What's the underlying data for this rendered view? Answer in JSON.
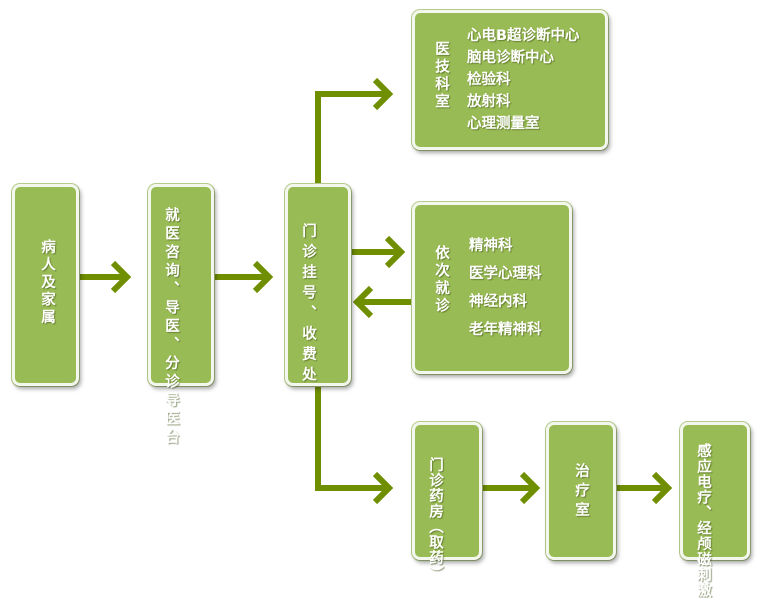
{
  "nodes": {
    "patient": "病人及家属",
    "guide": "就医咨询、导医、分诊导医台",
    "registration": "门诊挂号、收费处",
    "medtech": {
      "label": "医技科室",
      "items": [
        "心电B超诊断中心",
        "脑电诊断中心",
        "检验科",
        "放射科",
        "心理测量室"
      ]
    },
    "visit": {
      "label": "依次就诊",
      "items": [
        "精神科",
        "医学心理科",
        "神经内科",
        "老年精神科"
      ]
    },
    "pharmacy": "门诊药房（取药）",
    "treatment": "治疗室",
    "therapy": "感应电疗、经颅磁刺激"
  },
  "colors": {
    "box_fill": "#99bb55",
    "box_border": "#f4f7ee",
    "arrow": "#6f8f00"
  }
}
